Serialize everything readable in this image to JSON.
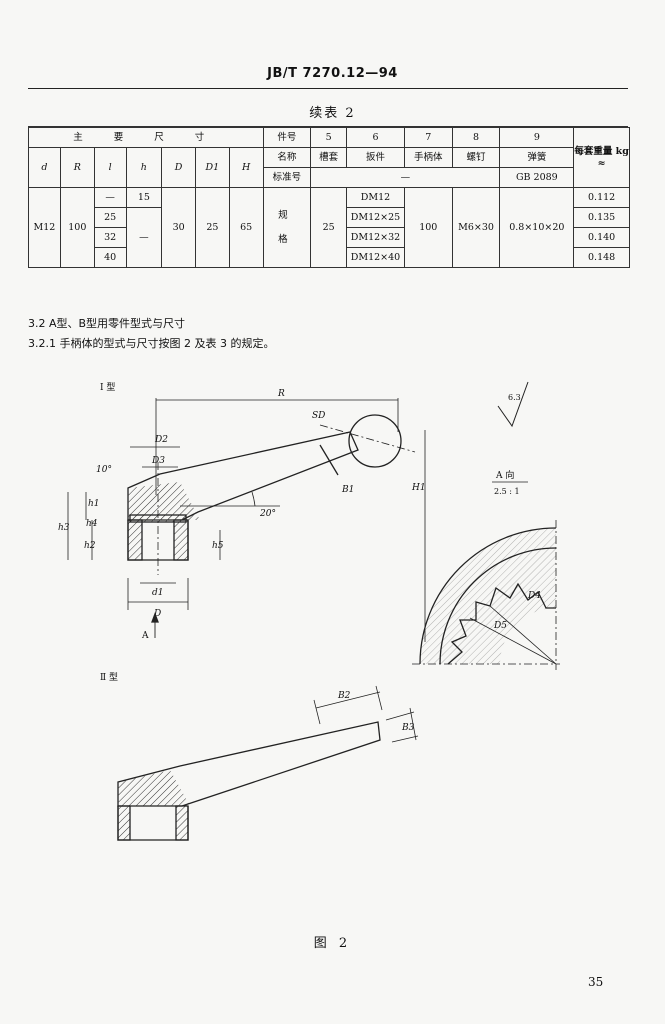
{
  "header": {
    "standard_code": "JB/T 7270.12—94"
  },
  "table": {
    "caption": "续表 2",
    "main_dims_label": "主 要 尺 寸",
    "part_no_label": "件号",
    "name_label": "名称",
    "std_no_label": "标准号",
    "spec_label": "规 格",
    "weight_label": "每套重量 kg ≈",
    "dash": "—",
    "dim_headers": [
      "d",
      "R",
      "l",
      "h",
      "D",
      "D1",
      "H"
    ],
    "part_numbers": [
      "5",
      "6",
      "7",
      "8",
      "9"
    ],
    "part_names": [
      "槽套",
      "扳件",
      "手柄体",
      "螺钉",
      "弹簧"
    ],
    "spring_std": "GB 2089",
    "row": {
      "d": "M12",
      "R": "100",
      "D": "30",
      "D1": "25",
      "H": "65",
      "slot_sleeve": "25",
      "handle_body": "100",
      "screw": "M6×30",
      "spring": "0.8×10×20"
    },
    "l_values": [
      "—",
      "25",
      "32",
      "40"
    ],
    "h_values": [
      "15",
      "—"
    ],
    "wrench_values": [
      "DM12",
      "DM12×25",
      "DM12×32",
      "DM12×40"
    ],
    "weights": [
      "0.112",
      "0.135",
      "0.140",
      "0.148"
    ]
  },
  "sections": {
    "s32": "3.2 A型、B型用零件型式与尺寸",
    "s321": "3.2.1 手柄体的型式与尺寸按图 2 及表 3 的规定。"
  },
  "figure": {
    "label_type1": "I 型",
    "label_type2": "Ⅱ 型",
    "label_R": "R",
    "label_SD": "SD",
    "label_B1": "B1",
    "label_H1": "H1",
    "label_D2": "D2",
    "label_D3": "D3",
    "label_10deg": "10°",
    "label_20deg": "20°",
    "label_d1": "d1",
    "label_D": "D",
    "label_h1": "h1",
    "label_h2": "h2",
    "label_h3": "h3",
    "label_h4": "h4",
    "label_h5": "h5",
    "label_A": "A",
    "label_A_view": "A 向",
    "label_scale": "2.5 : 1",
    "label_D4": "D4",
    "label_D5": "D5",
    "label_B2": "B2",
    "label_B3": "B3",
    "label_roughness": "6.3",
    "caption": "图 2"
  },
  "page_number": "35"
}
